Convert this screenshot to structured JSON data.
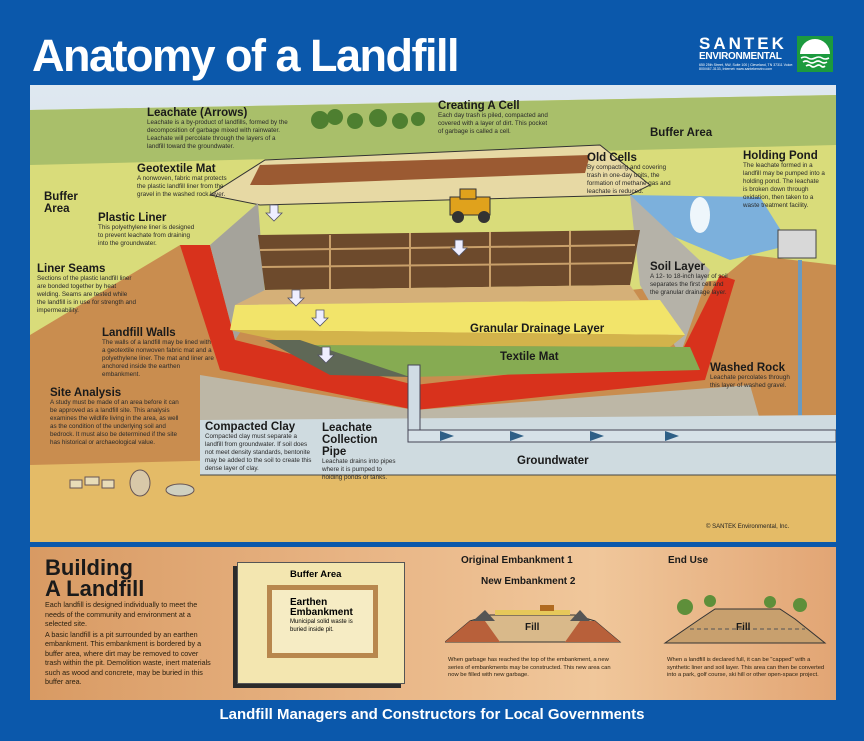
{
  "title": "Anatomy of a Landfill",
  "logo": {
    "name": "SANTEK",
    "sub": "ENVIRONMENTAL",
    "address": "650 25th Street, NW, Suite 100 | Cleveland, TN 37311 Voice: 800/467-3133, Internet: www.santekenviro.com"
  },
  "labels": {
    "leachate": {
      "title": "Leachate (Arrows)",
      "text": "Leachate is a by-product of landfills, formed by the decomposition of garbage mixed with rainwater. Leachate will percolate through the layers of a landfill toward the groundwater."
    },
    "geotextile": {
      "title": "Geotextile Mat",
      "text": "A nonwoven, fabric mat protects the plastic landfill liner from the gravel in the washed rock layer."
    },
    "buffer_left": {
      "title": "Buffer Area"
    },
    "plastic_liner": {
      "title": "Plastic Liner",
      "text": "This polyethylene liner is designed to prevent leachate from draining into the groundwater."
    },
    "liner_seams": {
      "title": "Liner Seams",
      "text": "Sections of the plastic landfill liner are bonded together by heat welding. Seams are tested while the landfill is in use for strength and impermeability."
    },
    "landfill_walls": {
      "title": "Landfill Walls",
      "text": "The walls of a landfill may be lined with a geotextile nonwoven fabric mat and a polyethylene liner. The mat and liner are anchored inside the earthen embankment."
    },
    "site_analysis": {
      "title": "Site Analysis",
      "text": "A study must be made of an area before it can be approved as a landfill site. This analysis examines the wildlife living in the area, as well as the condition of the underlying soil and bedrock. It must also be determined if the site has historical or archaeological value."
    },
    "compacted_clay": {
      "title": "Compacted Clay",
      "text": "Compacted clay must separate a landfill from groundwater. If soil does not meet density standards, bentonite may be added to the soil to create this dense layer of clay."
    },
    "collection_pipe": {
      "title": "Leachate Collection Pipe",
      "text": "Leachate drains into pipes where it is pumped to holding ponds or tanks."
    },
    "creating_cell": {
      "title": "Creating A Cell",
      "text": "Each day trash is piled, compacted and covered with a layer of dirt. This pocket of garbage is called a cell."
    },
    "buffer_right": {
      "title": "Buffer Area"
    },
    "old_cells": {
      "title": "Old Cells",
      "text": "By compacting and covering trash in one-day units, the formation of methane gas and leachate is reduced."
    },
    "holding_pond": {
      "title": "Holding Pond",
      "text": "The leachate formed in a landfill may be pumped into a holding pond. The leachate is broken down through oxidation, then taken to a waste treatment facility."
    },
    "soil_layer": {
      "title": "Soil Layer",
      "text": "A 12- to 18-inch layer of soil separates the first cell and the granular drainage layer."
    },
    "granular": {
      "title": "Granular Drainage Layer"
    },
    "textile_mat": {
      "title": "Textile Mat"
    },
    "washed_rock": {
      "title": "Washed Rock",
      "text": "Leachate percolates through this layer of washed gravel."
    },
    "groundwater": {
      "title": "Groundwater"
    }
  },
  "copyright": "© SANTEK Environmental, Inc.",
  "building": {
    "title_line1": "Building",
    "title_line2": "A Landfill",
    "p1": "Each landfill is designed individually to meet the needs of the community and environment at a selected site.",
    "p2": "A basic landfill is a pit surrounded by an earthen embankment. This embankment is bordered by a buffer area, where dirt may be removed to cover trash within the pit. Demolition waste, inert materials such as wood and concrete, may be buried in this buffer area.",
    "box_buffer": "Buffer Area",
    "box_emb1": "Earthen",
    "box_emb2": "Embankment",
    "box_text": "Municipal solid waste is buried inside pit.",
    "orig_emb": "Original Embankment 1",
    "new_emb": "New Embankment 2",
    "fill": "Fill",
    "cap1": "When garbage has reached the top of the embankment, a new series of embankments may be constructed. This new area can now be filled with new garbage.",
    "end_use": "End Use",
    "fill2": "Fill",
    "cap2": "When a landfill is declared full, it can be \"capped\" with a synthetic liner and soil layer. This area can then be converted into a park, golf course, ski hill or other open-space project."
  },
  "footer": "Landfill Managers and Constructors for Local Governments"
}
